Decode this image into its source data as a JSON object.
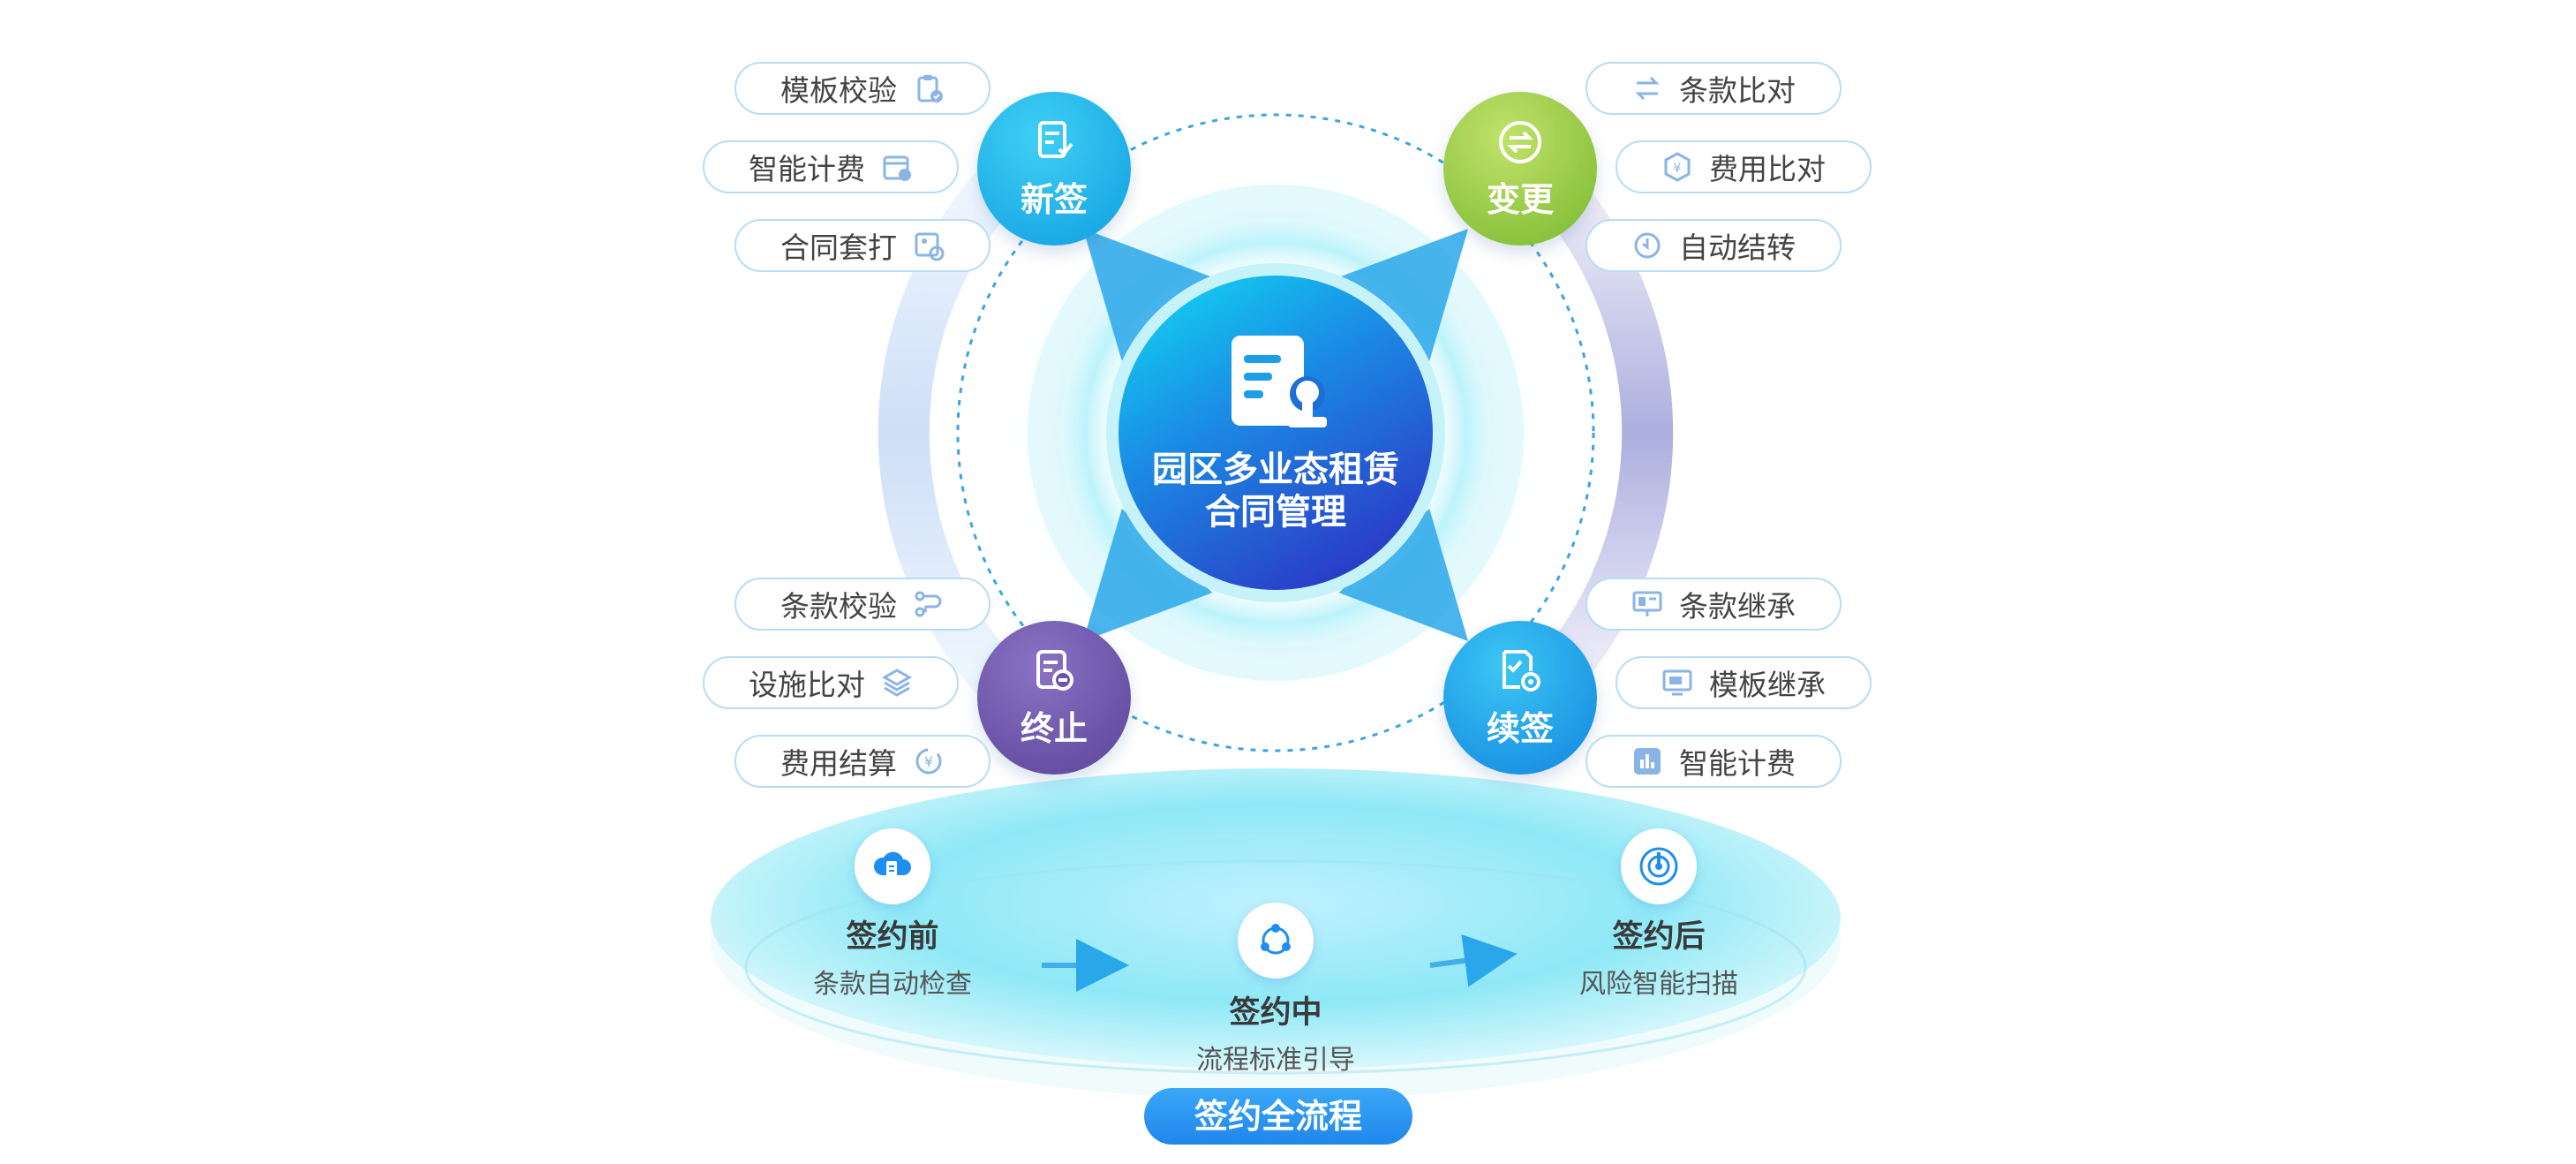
{
  "center": {
    "line1": "园区多业态租赁",
    "line2": "合同管理"
  },
  "nodes": {
    "xinqian": {
      "label": "新签",
      "color": "#16aee6"
    },
    "biangeng": {
      "label": "变更",
      "color": "#8cc63f"
    },
    "zhongzhi": {
      "label": "终止",
      "color": "#6c55a8"
    },
    "xuqian": {
      "label": "续签",
      "color": "#1a9ee6"
    }
  },
  "pills": {
    "xinqian": [
      "模板校验",
      "智能计费",
      "合同套打"
    ],
    "biangeng": [
      "条款比对",
      "费用比对",
      "自动结转"
    ],
    "zhongzhi": [
      "条款校验",
      "设施比对",
      "费用结算"
    ],
    "xuqian": [
      "条款继承",
      "模板继承",
      "智能计费"
    ]
  },
  "stages": {
    "before": {
      "title": "签约前",
      "sub": "条款自动检查"
    },
    "during": {
      "title": "签约中",
      "sub": "流程标准引导"
    },
    "after": {
      "title": "签约后",
      "sub": "风险智能扫描"
    }
  },
  "bottom_button": "签约全流程",
  "colors": {
    "accent": "#1e8ff0",
    "pill_border": "#b8dcf6",
    "icon_blue": "#8bb4e6"
  }
}
